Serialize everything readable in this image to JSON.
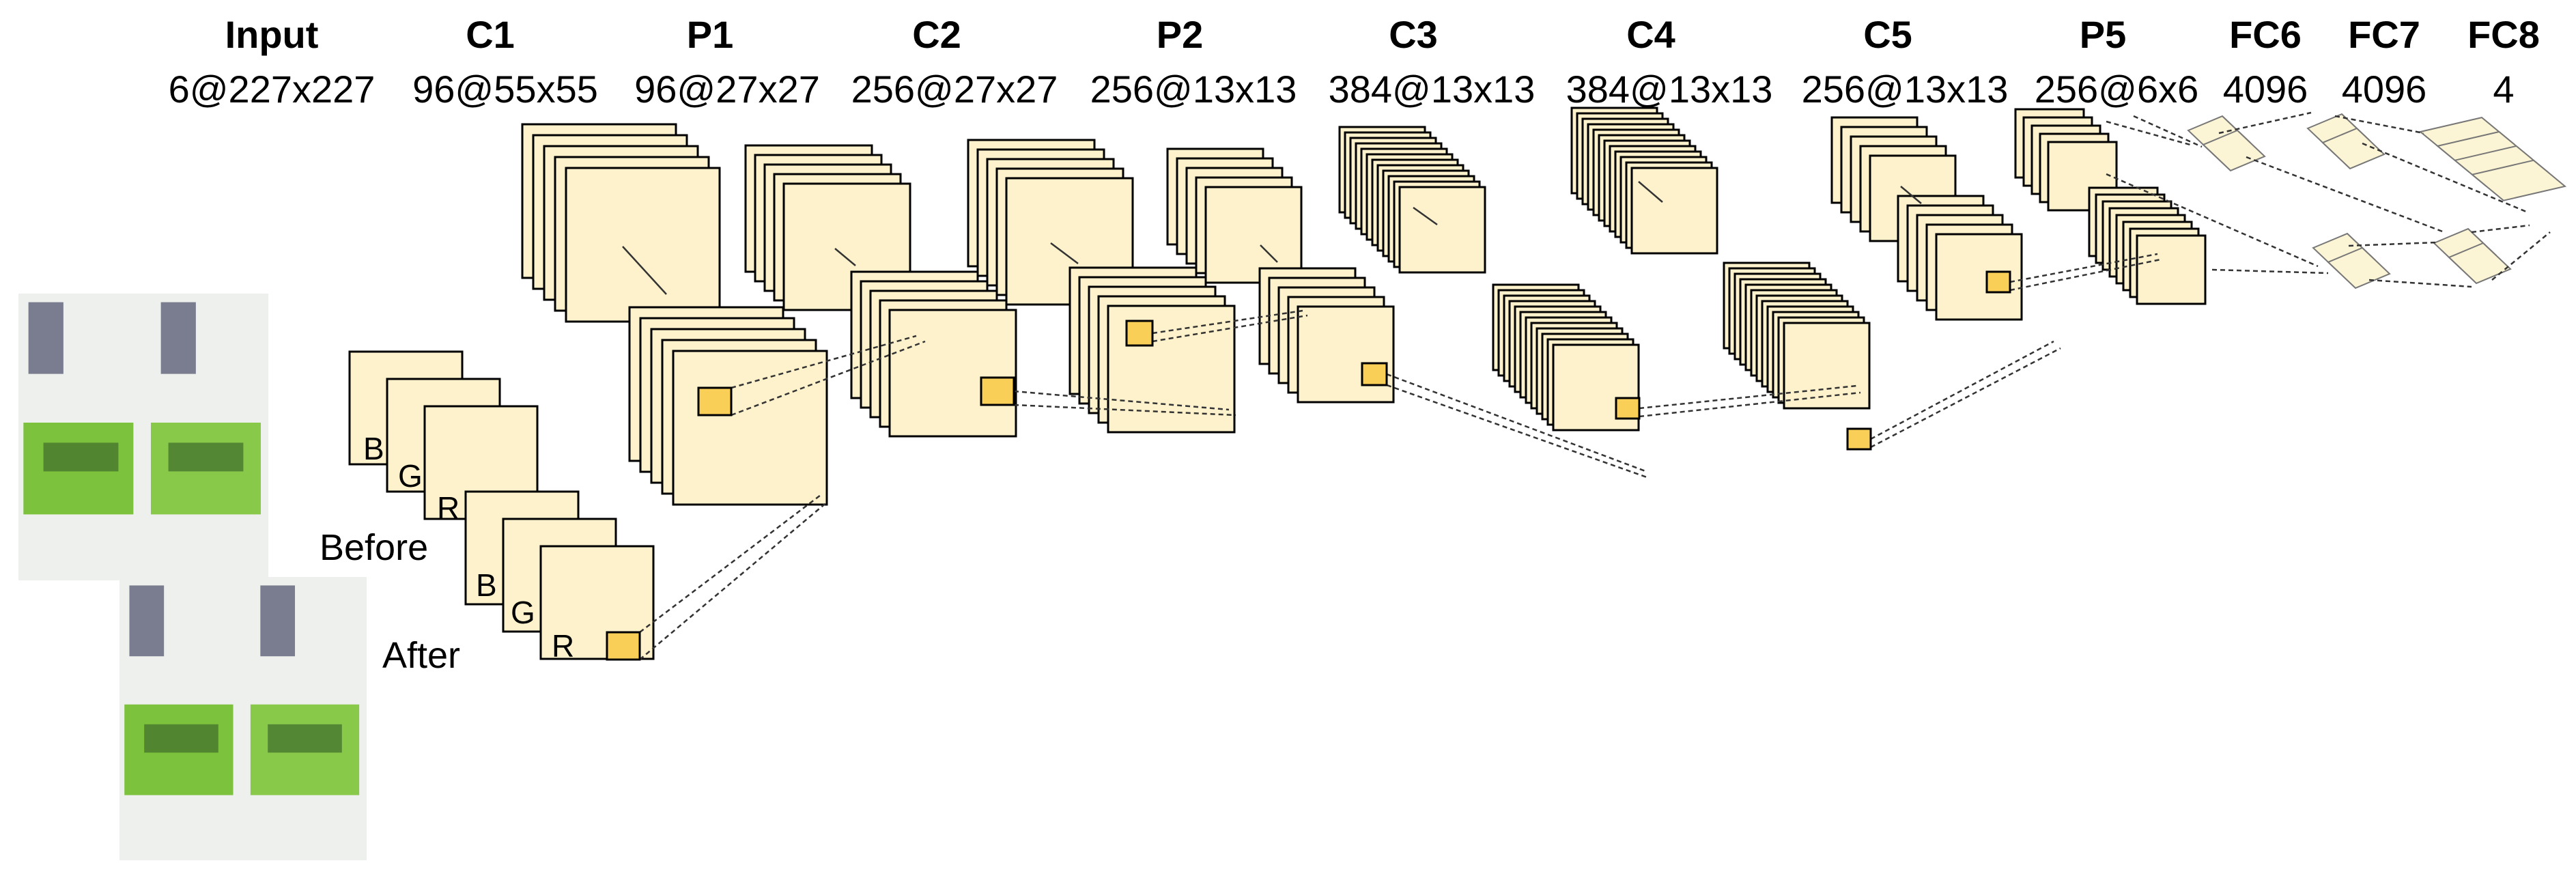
{
  "layers": [
    {
      "name": "Input",
      "dims": "6@227x227"
    },
    {
      "name": "C1",
      "dims": "96@55x55"
    },
    {
      "name": "P1",
      "dims": "96@27x27"
    },
    {
      "name": "C2",
      "dims": "256@27x27"
    },
    {
      "name": "P2",
      "dims": "256@13x13"
    },
    {
      "name": "C3",
      "dims": "384@13x13"
    },
    {
      "name": "C4",
      "dims": "384@13x13"
    },
    {
      "name": "C5",
      "dims": "256@13x13"
    },
    {
      "name": "P5",
      "dims": "256@6x6"
    },
    {
      "name": "FC6",
      "dims": "4096"
    },
    {
      "name": "FC7",
      "dims": "4096"
    },
    {
      "name": "FC8",
      "dims": "4"
    }
  ],
  "input_labels": {
    "before": "Before",
    "after": "After",
    "channel_b": "B",
    "channel_g": "G",
    "channel_r": "R"
  },
  "colors": {
    "feature_map_fill": "#fdf2cc",
    "kernel_fill": "#f9cf58",
    "stroke": "#000000",
    "connection": "#333333"
  }
}
